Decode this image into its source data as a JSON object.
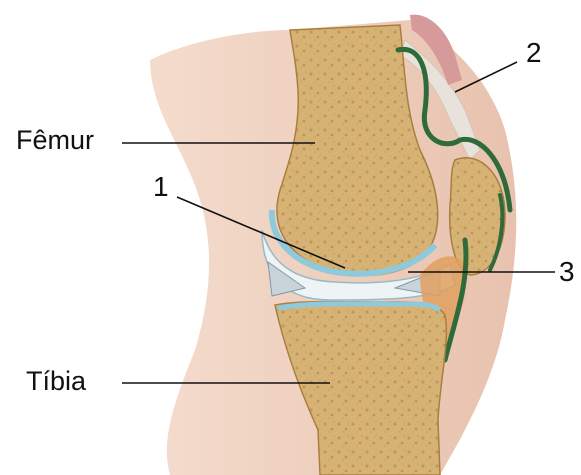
{
  "labels": {
    "femur": "Fêmur",
    "tibia": "Tíbia",
    "callout_1": "1",
    "callout_2": "2",
    "callout_3": "3"
  },
  "colors": {
    "skin": "#f2d8c8",
    "skin_shadow": "#e6c0ad",
    "bone": "#d7b275",
    "bone_dark": "#b88e4e",
    "cartilage": "#bfe0ec",
    "meniscus": "#eef3f6",
    "synovial_green": "#2f6b3a",
    "tendon": "#e9e2da",
    "muscle": "#d79a9a",
    "fat_pad": "#e0a060",
    "leader_line": "#111111"
  }
}
